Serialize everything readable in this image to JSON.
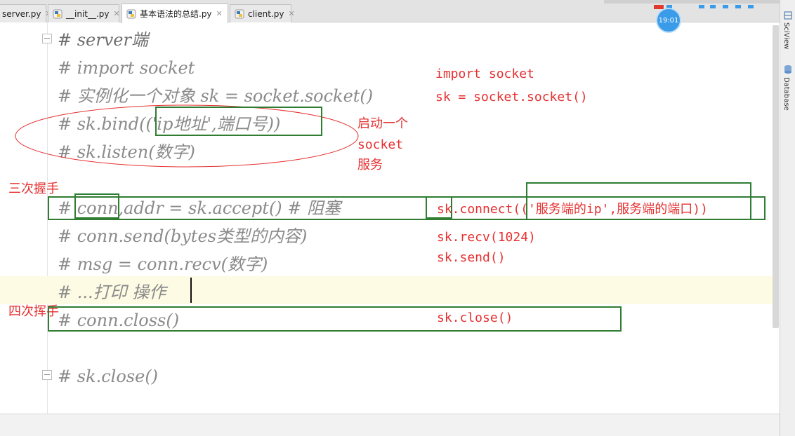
{
  "tabs": [
    {
      "label": "server.py",
      "active": false
    },
    {
      "label": "__init__.py",
      "active": false
    },
    {
      "label": "基本语法的总结.py",
      "active": true
    },
    {
      "label": "client.py",
      "active": false
    }
  ],
  "clock": "19:01",
  "right_tools": [
    "SciView",
    "Database"
  ],
  "code_lines": [
    "# server端",
    "# import socket",
    "# 实例化一个对象 sk = socket.socket()",
    "# sk.bind(('ip地址',端口号))",
    "# sk.listen(数字)",
    "# conn,addr = sk.accept()    # 阻塞",
    "# conn.send(bytes类型的内容)",
    "# msg = conn.recv(数字)",
    "# ...打印 操作",
    "# conn.closs()",
    "# sk.close()"
  ],
  "notes": {
    "import": "import socket",
    "socket_new": "sk = socket.socket()",
    "start_service": [
      "启动一个",
      "socket",
      "服务"
    ],
    "connect": "sk.connect(('服务端的ip',服务端的端口))",
    "recv": "sk.recv(1024)",
    "send": "sk.send()",
    "close": "sk.close()",
    "three_handshake": "三次握手",
    "four_wave": "四次挥手"
  },
  "colors": {
    "annotation": "#e53030",
    "box": "#2e7d32",
    "comment": "#8a8a8a"
  }
}
